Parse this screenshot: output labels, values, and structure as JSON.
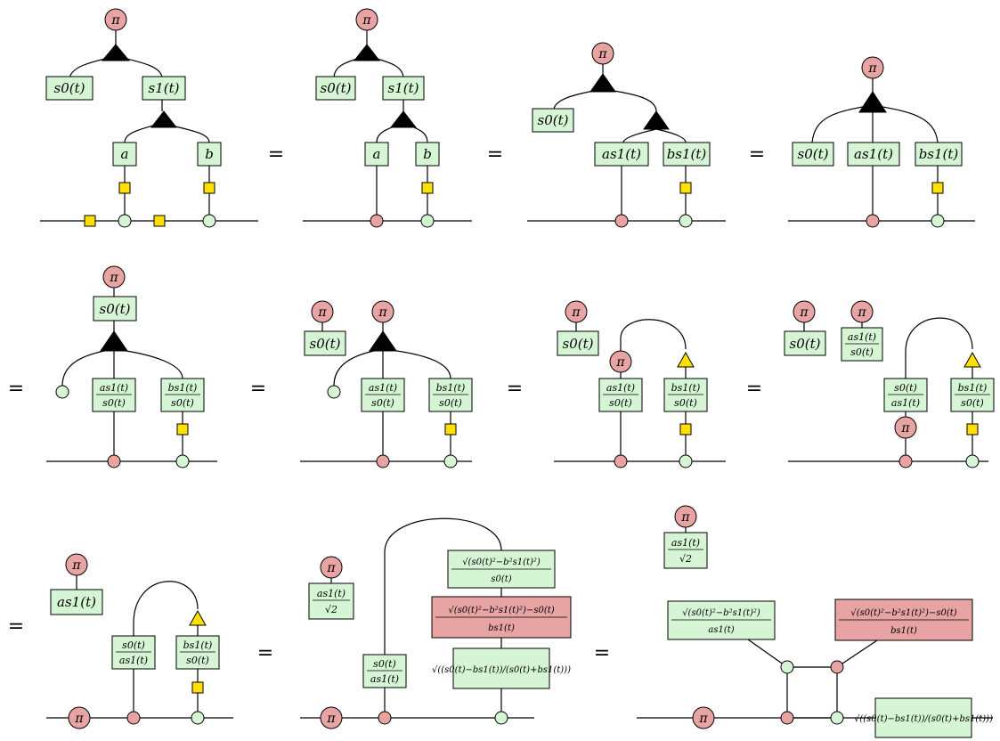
{
  "labels": {
    "pi": "π",
    "eq": "=",
    "a": "a",
    "b": "b",
    "s0": "s0(t)",
    "s1": "s1(t)",
    "as1": "as1(t)",
    "bs1": "bs1(t)",
    "sqrt2": "√2",
    "frac_as1_s0_num": "as1(t)",
    "frac_as1_s0_den": "s0(t)",
    "frac_bs1_s0_num": "bs1(t)",
    "frac_bs1_s0_den": "s0(t)",
    "frac_s0_as1_num": "s0(t)",
    "frac_s0_as1_den": "as1(t)",
    "frac_as1_sqrt2_num": "as1(t)",
    "frac_as1_sqrt2_den": "√2",
    "sqrt_diff_num": "√(s0(t)²−b²s1(t)²)",
    "sqrt_diff_den_s0": "s0(t)",
    "sqrt_diff_den_as1": "as1(t)",
    "red_num": "√(s0(t)²−b²s1(t)²)−s0(t)",
    "red_den": "bs1(t)",
    "ratio_sqrt": "√((s0(t)−bs1(t))/(s0(t)+bs1(t)))"
  }
}
